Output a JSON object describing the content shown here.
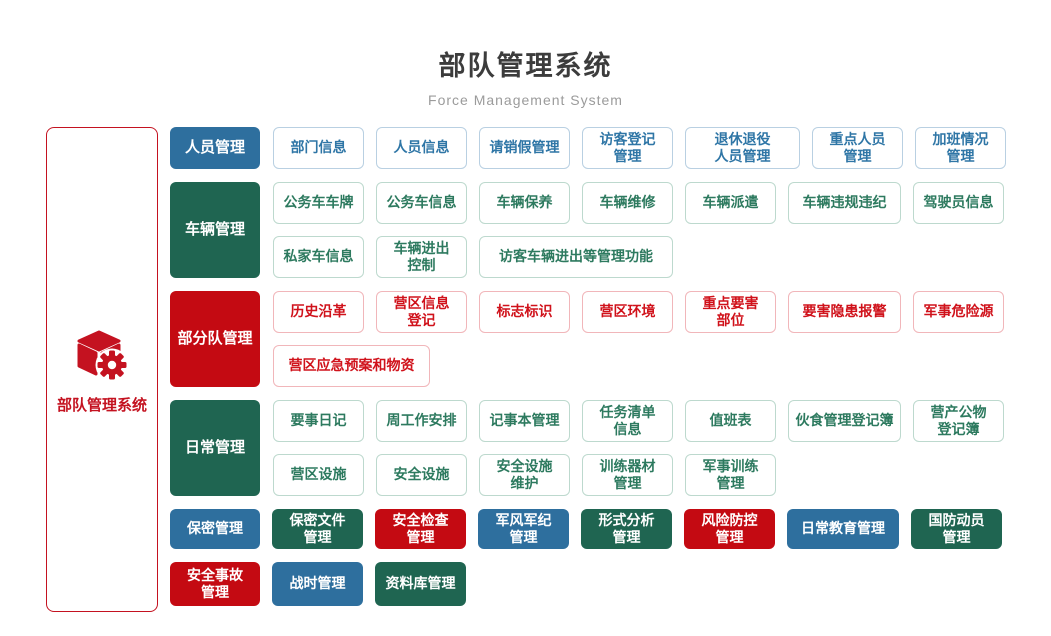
{
  "header": {
    "title": "部队管理系统",
    "subtitle": "Force Management System"
  },
  "root": {
    "label": "部队管理系统",
    "icon": "cube-gear-icon"
  },
  "colors": {
    "blue": "#2e6f9e",
    "green": "#1f6551",
    "red": "#c40a12",
    "blue_text": "#2f76a6",
    "green_text": "#2d7a5f",
    "red_text": "#d0121b",
    "title_text": "#3c3c3c",
    "subtitle_text": "#9b9b9b"
  },
  "sections": [
    {
      "label": "人员管理",
      "theme": "blue",
      "line1": [
        "部门信息",
        "人员信息",
        "请销假管理",
        "访客登记\n管理",
        "退休退役\n人员管理",
        "重点人员\n管理",
        "加班情况\n管理"
      ]
    },
    {
      "label": "车辆管理",
      "theme": "green",
      "line1": [
        "公务车车牌",
        "公务车信息",
        "车辆保养",
        "车辆维修",
        "车辆派遣",
        "车辆违规违纪",
        "驾驶员信息"
      ],
      "line2": [
        "私家车信息",
        "车辆进出\n控制",
        "访客车辆进出等管理功能"
      ]
    },
    {
      "label": "部分队管理",
      "theme": "red",
      "line1": [
        "历史沿革",
        "营区信息\n登记",
        "标志标识",
        "营区环境",
        "重点要害\n部位",
        "要害隐患报警",
        "军事危险源"
      ],
      "line2": [
        "营区应急预案和物资"
      ]
    },
    {
      "label": "日常管理",
      "theme": "green",
      "line1": [
        "要事日记",
        "周工作安排",
        "记事本管理",
        "任务清单\n信息",
        "值班表",
        "伙食管理登记簿",
        "营产公物\n登记簿"
      ],
      "line2": [
        "营区设施",
        "安全设施",
        "安全设施\n维护",
        "训练器材\n管理",
        "军事训练\n管理"
      ]
    }
  ],
  "bottom_rows": [
    {
      "items": [
        {
          "label": "保密管理",
          "color": "blue"
        },
        {
          "label": "保密文件\n管理",
          "color": "green"
        },
        {
          "label": "安全检查\n管理",
          "color": "red"
        },
        {
          "label": "军风军纪\n管理",
          "color": "blue"
        },
        {
          "label": "形式分析\n管理",
          "color": "green"
        },
        {
          "label": "风险防控\n管理",
          "color": "red"
        },
        {
          "label": "日常教育管理",
          "color": "blue"
        },
        {
          "label": "国防动员\n管理",
          "color": "green"
        }
      ]
    },
    {
      "items": [
        {
          "label": "安全事故\n管理",
          "color": "red"
        },
        {
          "label": "战时管理",
          "color": "blue"
        },
        {
          "label": "资料库管理",
          "color": "green"
        }
      ]
    }
  ]
}
